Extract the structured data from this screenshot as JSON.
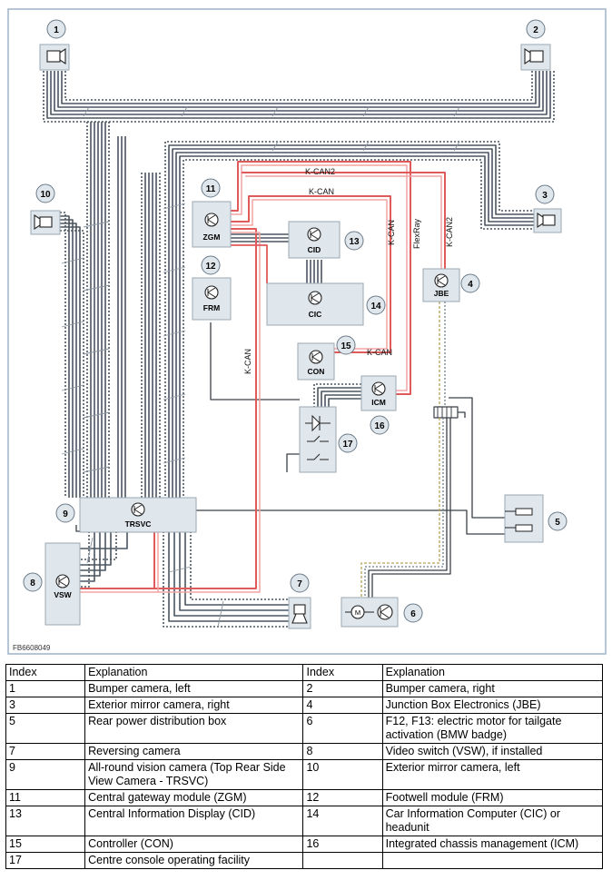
{
  "figure_code": "FB6608049",
  "bus_labels": {
    "kcan2_top": "K-CAN2",
    "kcan_top": "K-CAN",
    "kcan_vertical": "K-CAN",
    "flexray": "FlexRay",
    "kcan2_jbe": "K-CAN2",
    "kcan_left": "K-CAN",
    "kcan_con": "K-CAN"
  },
  "components": [
    {
      "index": "1",
      "label": ""
    },
    {
      "index": "2",
      "label": ""
    },
    {
      "index": "3",
      "label": ""
    },
    {
      "index": "4",
      "label": "JBE"
    },
    {
      "index": "5",
      "label": ""
    },
    {
      "index": "6",
      "label": ""
    },
    {
      "index": "7",
      "label": ""
    },
    {
      "index": "8",
      "label": "VSW"
    },
    {
      "index": "9",
      "label": "TRSVC"
    },
    {
      "index": "10",
      "label": ""
    },
    {
      "index": "11",
      "label": "ZGM"
    },
    {
      "index": "12",
      "label": "FRM"
    },
    {
      "index": "13",
      "label": "CID"
    },
    {
      "index": "14",
      "label": "CIC"
    },
    {
      "index": "15",
      "label": "CON"
    },
    {
      "index": "16",
      "label": "ICM"
    },
    {
      "index": "17",
      "label": ""
    }
  ],
  "motor_label": "M",
  "legend": {
    "header": {
      "index": "Index",
      "explanation": "Explanation"
    },
    "rows": [
      {
        "i1": "1",
        "e1": "Bumper camera, left",
        "i2": "2",
        "e2": "Bumper camera, right"
      },
      {
        "i1": "3",
        "e1": "Exterior mirror camera, right",
        "i2": "4",
        "e2": "Junction Box Electronics (JBE)"
      },
      {
        "i1": "5",
        "e1": "Rear power distribution box",
        "i2": "6",
        "e2": "F12, F13: electric motor for tailgate activation (BMW badge)"
      },
      {
        "i1": "7",
        "e1": "Reversing camera",
        "i2": "8",
        "e2": "Video switch (VSW), if installed"
      },
      {
        "i1": "9",
        "e1": "All-round vision camera (Top Rear Side View Camera - TRSVC)",
        "i2": "10",
        "e2": "Exterior mirror camera, left"
      },
      {
        "i1": "11",
        "e1": "Central gateway module (ZGM)",
        "i2": "12",
        "e2": "Footwell module (FRM)"
      },
      {
        "i1": "13",
        "e1": "Central Information Display (CID)",
        "i2": "14",
        "e2": "Car Information Computer (CIC) or headunit"
      },
      {
        "i1": "15",
        "e1": "Controller (CON)",
        "i2": "16",
        "e2": "Integrated chassis management (ICM)"
      },
      {
        "i1": "17",
        "e1": "Centre console operating facility",
        "i2": "",
        "e2": ""
      }
    ]
  }
}
